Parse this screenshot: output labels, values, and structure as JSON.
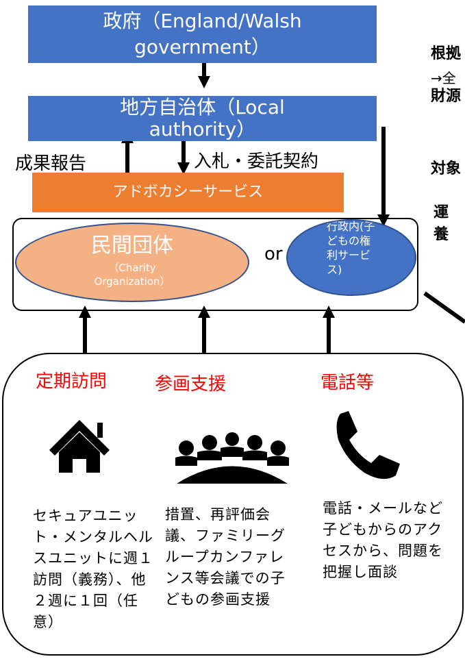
{
  "top": {
    "government": "政府（England/Walsh government）",
    "local_authority": "地方自治体（Local authority）",
    "report_label": "成果報告",
    "contract_label": "入札・委託契約",
    "advocacy_service": "アドボカシーサービス"
  },
  "providers": {
    "private_org_title": "民間団体",
    "private_org_sub": "（Charity Organization）",
    "or_label": "or",
    "public_org_text": "行政内(子どもの権利サービス)"
  },
  "right_cut": {
    "line1": "根拠",
    "line2": "→全",
    "line3": "財源",
    "line4": "対象",
    "line5": "運",
    "line6": "養"
  },
  "services": {
    "visit": {
      "title": "定期訪問",
      "icon": "house-icon",
      "desc": "セキュアユニット・メンタルヘルスユニットに週１訪問（義務）、他２週に１回（任意）"
    },
    "participation": {
      "title": "参画支援",
      "icon": "meeting-icon",
      "desc": "措置、再評価会議、ファミリーグループカンファレンス等会議での子どもの参画支援"
    },
    "phone": {
      "title": "電話等",
      "icon": "phone-icon",
      "desc": "電話・メールなど子どもからのアクセスから、問題を把握し面談"
    }
  },
  "colors": {
    "blue": "#4472c4",
    "orange": "#ed7d31",
    "light_orange": "#f4b183",
    "red": "#ff0000"
  }
}
